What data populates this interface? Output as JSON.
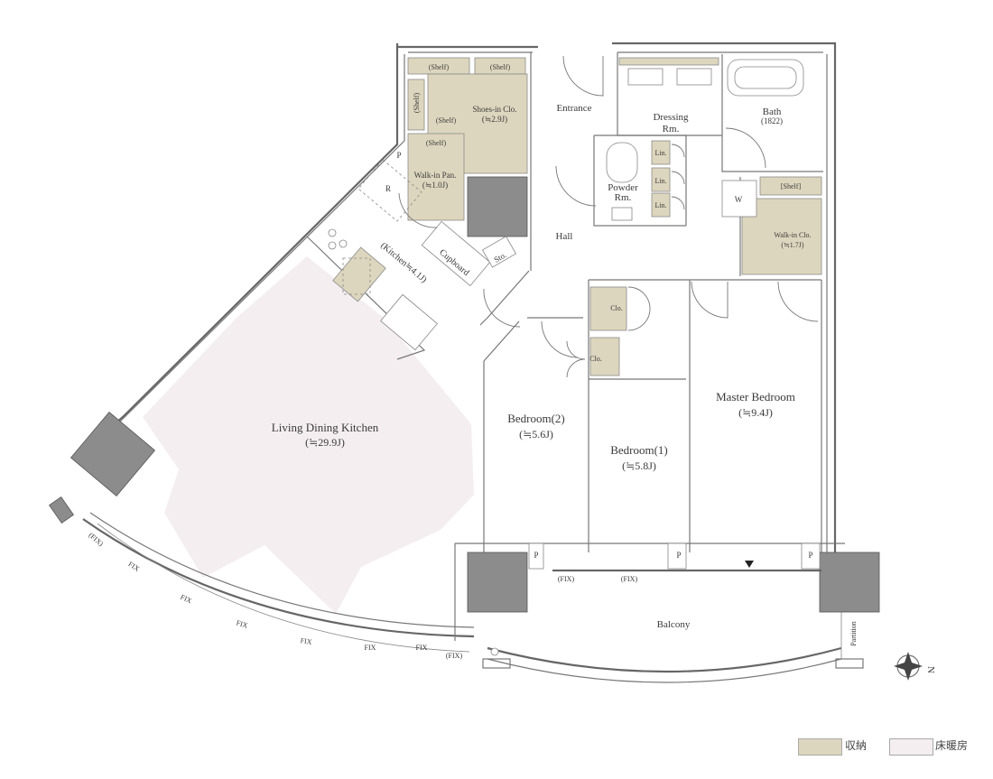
{
  "rooms": {
    "ldk": {
      "name": "Living Dining Kitchen",
      "area": "(≒29.9J)"
    },
    "kitchen": {
      "label": "(Kitchen≒4.1J)"
    },
    "cupboard": "Cupboard",
    "sto": "Sto.",
    "refrigerator": "R",
    "p": "P",
    "shelf": "(Shelf)",
    "shelf_bracket": "[Shelf]",
    "shoes_closet": {
      "name": "Shoes-in Clo.",
      "area": "(≒2.9J)"
    },
    "walkin_pantry": {
      "name": "Walk-in Pan.",
      "area": "(≒1.0J)"
    },
    "entrance": "Entrance",
    "hall": "Hall",
    "dressing": {
      "line1": "Dressing",
      "line2": "Rm."
    },
    "bath": {
      "name": "Bath",
      "size": "(1822)"
    },
    "powder": {
      "line1": "Powder",
      "line2": "Rm."
    },
    "linen": "Lin.",
    "washer": "W",
    "walkin_closet": {
      "name": "Walk-in Clo.",
      "area": "(≒1.7J)"
    },
    "closet": "Clo.",
    "bedroom2": {
      "name": "Bedroom(2)",
      "area": "(≒5.6J)"
    },
    "bedroom1": {
      "name": "Bedroom(1)",
      "area": "(≒5.8J)"
    },
    "master": {
      "name": "Master Bedroom",
      "area": "(≒9.4J)"
    },
    "balcony": "Balcony",
    "partition": "Partition"
  },
  "windows": {
    "fix": "FIX",
    "fix_paren": "(FIX)"
  },
  "compass": {
    "north": "N"
  },
  "legend": {
    "storage": {
      "label": "収納",
      "color": "#ddd6be"
    },
    "floor_heating": {
      "label": "床暖房",
      "color": "#f4eef0"
    }
  }
}
